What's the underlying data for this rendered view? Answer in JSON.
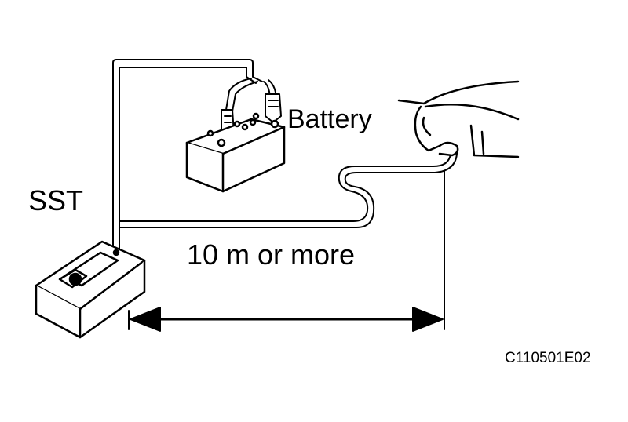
{
  "labels": {
    "battery": "Battery",
    "sst": "SST",
    "distance": "10 m or more",
    "figure_code": "C110501E02"
  },
  "colors": {
    "ink": "#000000",
    "paper": "#ffffff"
  }
}
